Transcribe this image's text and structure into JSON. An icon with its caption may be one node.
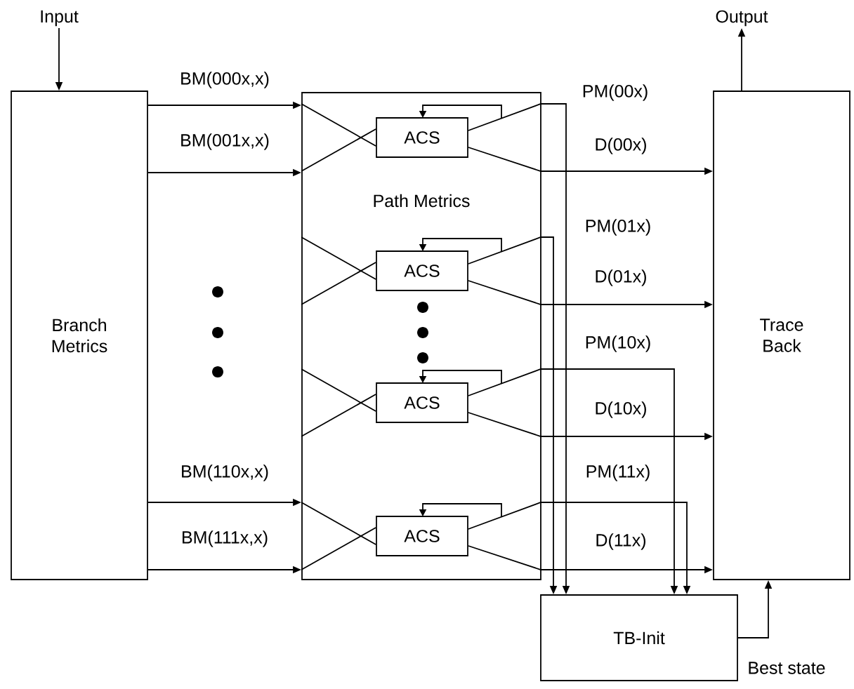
{
  "diagram": {
    "nodes": [
      {
        "text": [
          "Branch Metrics"
        ]
      },
      {
        "text": [
          "Path Metrics"
        ]
      },
      {
        "text": [
          "ACS"
        ],
        "in": 1
      },
      {
        "text": [
          "ACS"
        ],
        "in": 1
      },
      {
        "text": [
          "ACS"
        ],
        "in": 1
      },
      {
        "text": [
          "ACS"
        ],
        "in": 1
      },
      {
        "text": [
          "Trace Back"
        ]
      },
      {
        "text": [
          "TB-Init"
        ]
      },
      {
        "text": [
          "Input"
        ]
      },
      {
        "text": [
          "Output"
        ]
      }
    ],
    "edges": [
      {
        "from": 8,
        "to": 0,
        "arrow": "to"
      },
      {
        "from": 0,
        "to": 1,
        "arrow": "to",
        "label": "BM(000x,x)"
      },
      {
        "from": 0,
        "to": 1,
        "arrow": "to",
        "label": "BM(001x,x)"
      },
      {
        "from": 0,
        "to": 1,
        "arrow": "to",
        "label": "BM(110x,x)"
      },
      {
        "from": 0,
        "to": 1,
        "arrow": "to",
        "label": "BM(111x,x)"
      },
      {
        "from": 2,
        "to": 7,
        "arrow": "to",
        "label": "PM(00x)"
      },
      {
        "from": 2,
        "to": 6,
        "arrow": "to",
        "label": "D(00x)"
      },
      {
        "from": 3,
        "to": 7,
        "arrow": "to",
        "label": "PM(01x)"
      },
      {
        "from": 3,
        "to": 6,
        "arrow": "to",
        "label": "D(01x)"
      },
      {
        "from": 4,
        "to": 7,
        "arrow": "to",
        "label": "PM(10x)"
      },
      {
        "from": 4,
        "to": 6,
        "arrow": "to",
        "label": "D(10x)"
      },
      {
        "from": 5,
        "to": 7,
        "arrow": "to",
        "label": "PM(11x)"
      },
      {
        "from": 5,
        "to": 6,
        "arrow": "to",
        "label": "D(11x)"
      },
      {
        "from": 7,
        "to": 6,
        "arrow": "to",
        "label": "Best state"
      },
      {
        "from": 6,
        "to": 9,
        "arrow": "to"
      },
      {
        "from": 1,
        "to": 2,
        "arrow": "none"
      },
      {
        "from": 1,
        "to": 2,
        "arrow": "none"
      },
      {
        "from": 1,
        "to": 3,
        "arrow": "none"
      },
      {
        "from": 1,
        "to": 3,
        "arrow": "none"
      },
      {
        "from": 1,
        "to": 4,
        "arrow": "none"
      },
      {
        "from": 1,
        "to": 4,
        "arrow": "none"
      },
      {
        "from": 1,
        "to": 5,
        "arrow": "none"
      },
      {
        "from": 1,
        "to": 5,
        "arrow": "none"
      }
    ]
  }
}
